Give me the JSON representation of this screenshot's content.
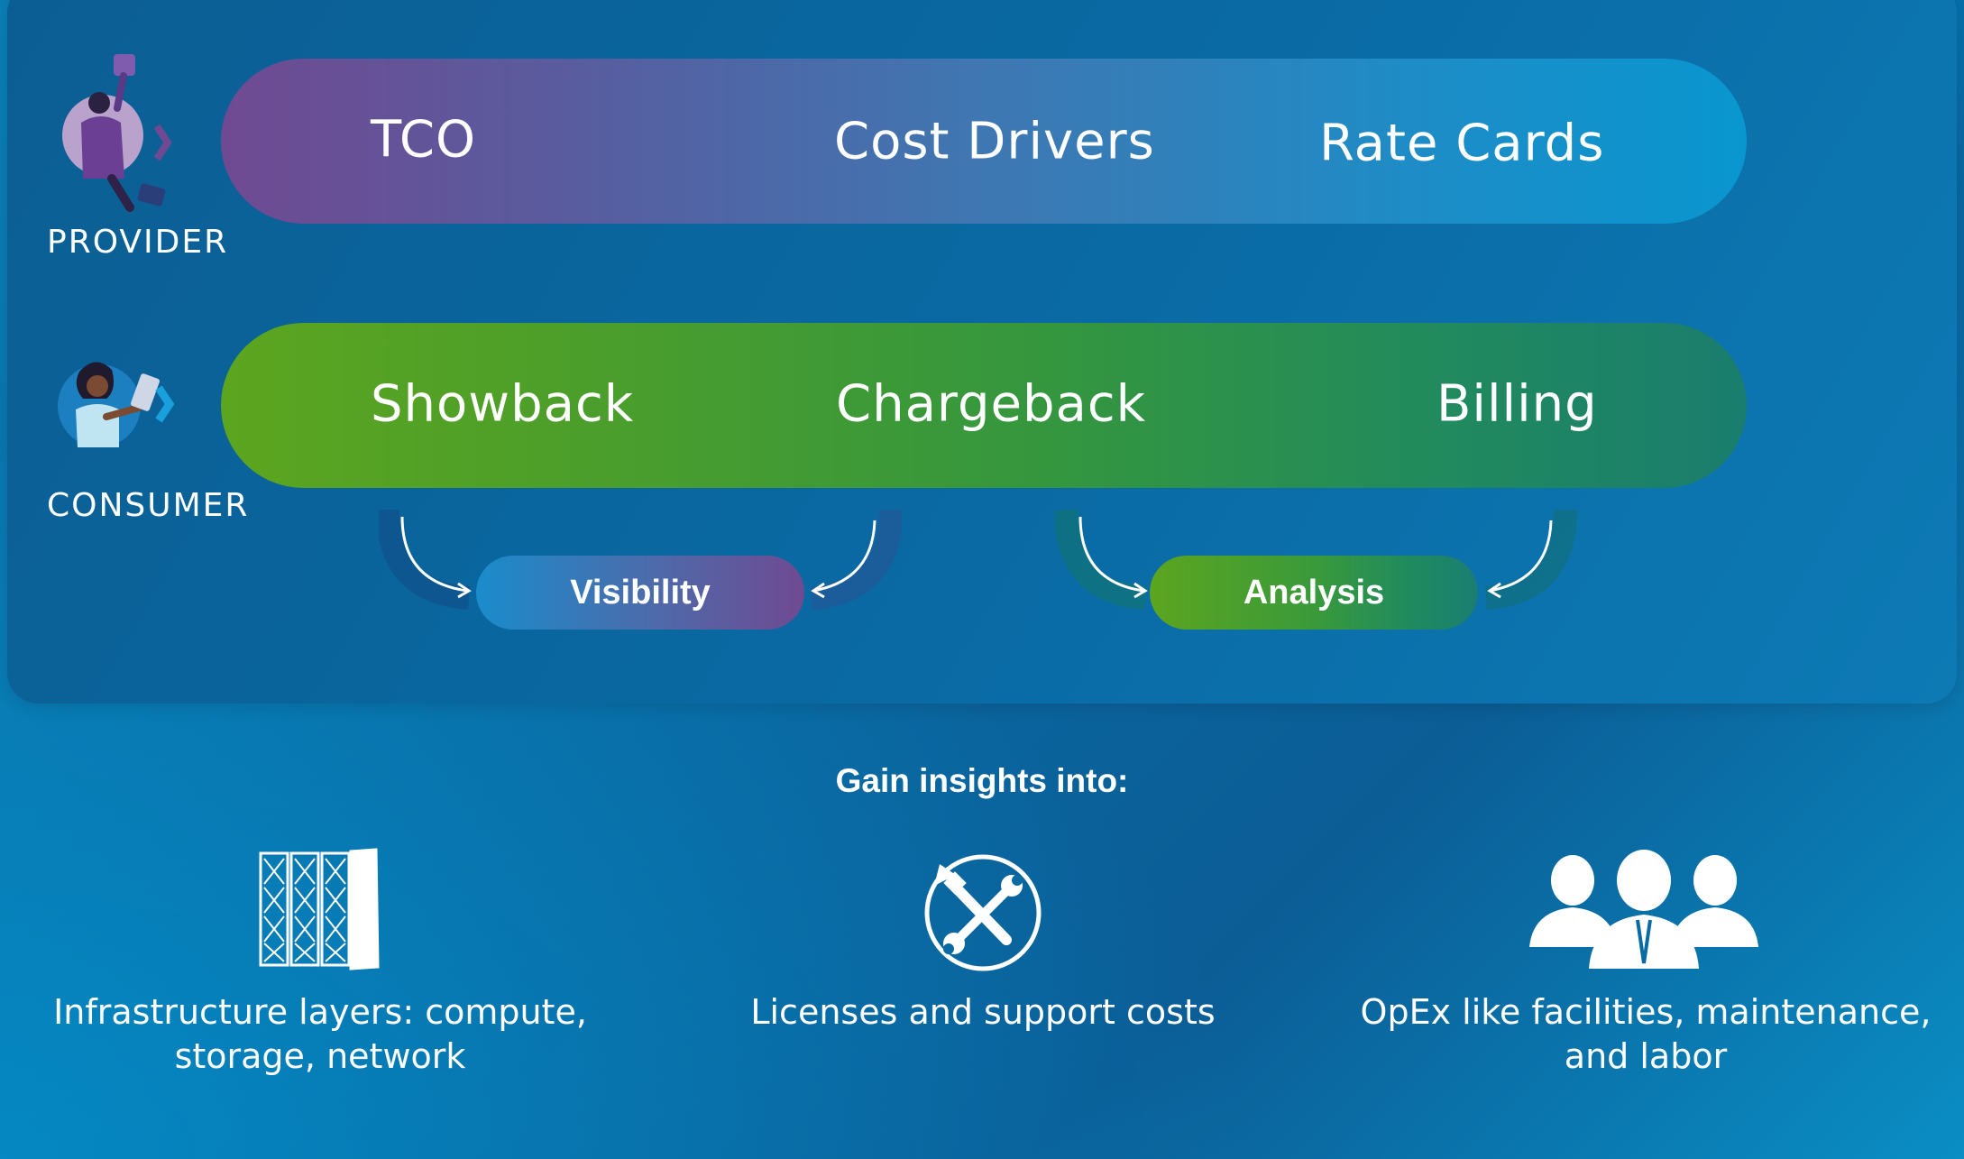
{
  "provider": {
    "role_label": "PROVIDER",
    "items": [
      "TCO",
      "Cost Drivers",
      "Rate Cards"
    ],
    "avatar_icon": "provider-person-icon"
  },
  "consumer": {
    "role_label": "CONSUMER",
    "items": [
      "Showback",
      "Chargeback",
      "Billing"
    ],
    "avatar_icon": "consumer-person-icon"
  },
  "outcomes": {
    "visibility_label": "Visibility",
    "analysis_label": "Analysis"
  },
  "insights": {
    "title": "Gain insights into:",
    "items": [
      {
        "icon": "server-rack-icon",
        "text": "Infrastructure layers: compute,\nstorage, network"
      },
      {
        "icon": "tools-icon",
        "text": "Licenses and support costs"
      },
      {
        "icon": "people-group-icon",
        "text": "OpEx like facilities, maintenance,\nand labor"
      }
    ]
  },
  "colors": {
    "provider_gradient": [
      "#6f4a92",
      "#0996cf"
    ],
    "consumer_gradient": [
      "#5ca51f",
      "#1a7d6e"
    ],
    "background": "#0a6aa3"
  }
}
